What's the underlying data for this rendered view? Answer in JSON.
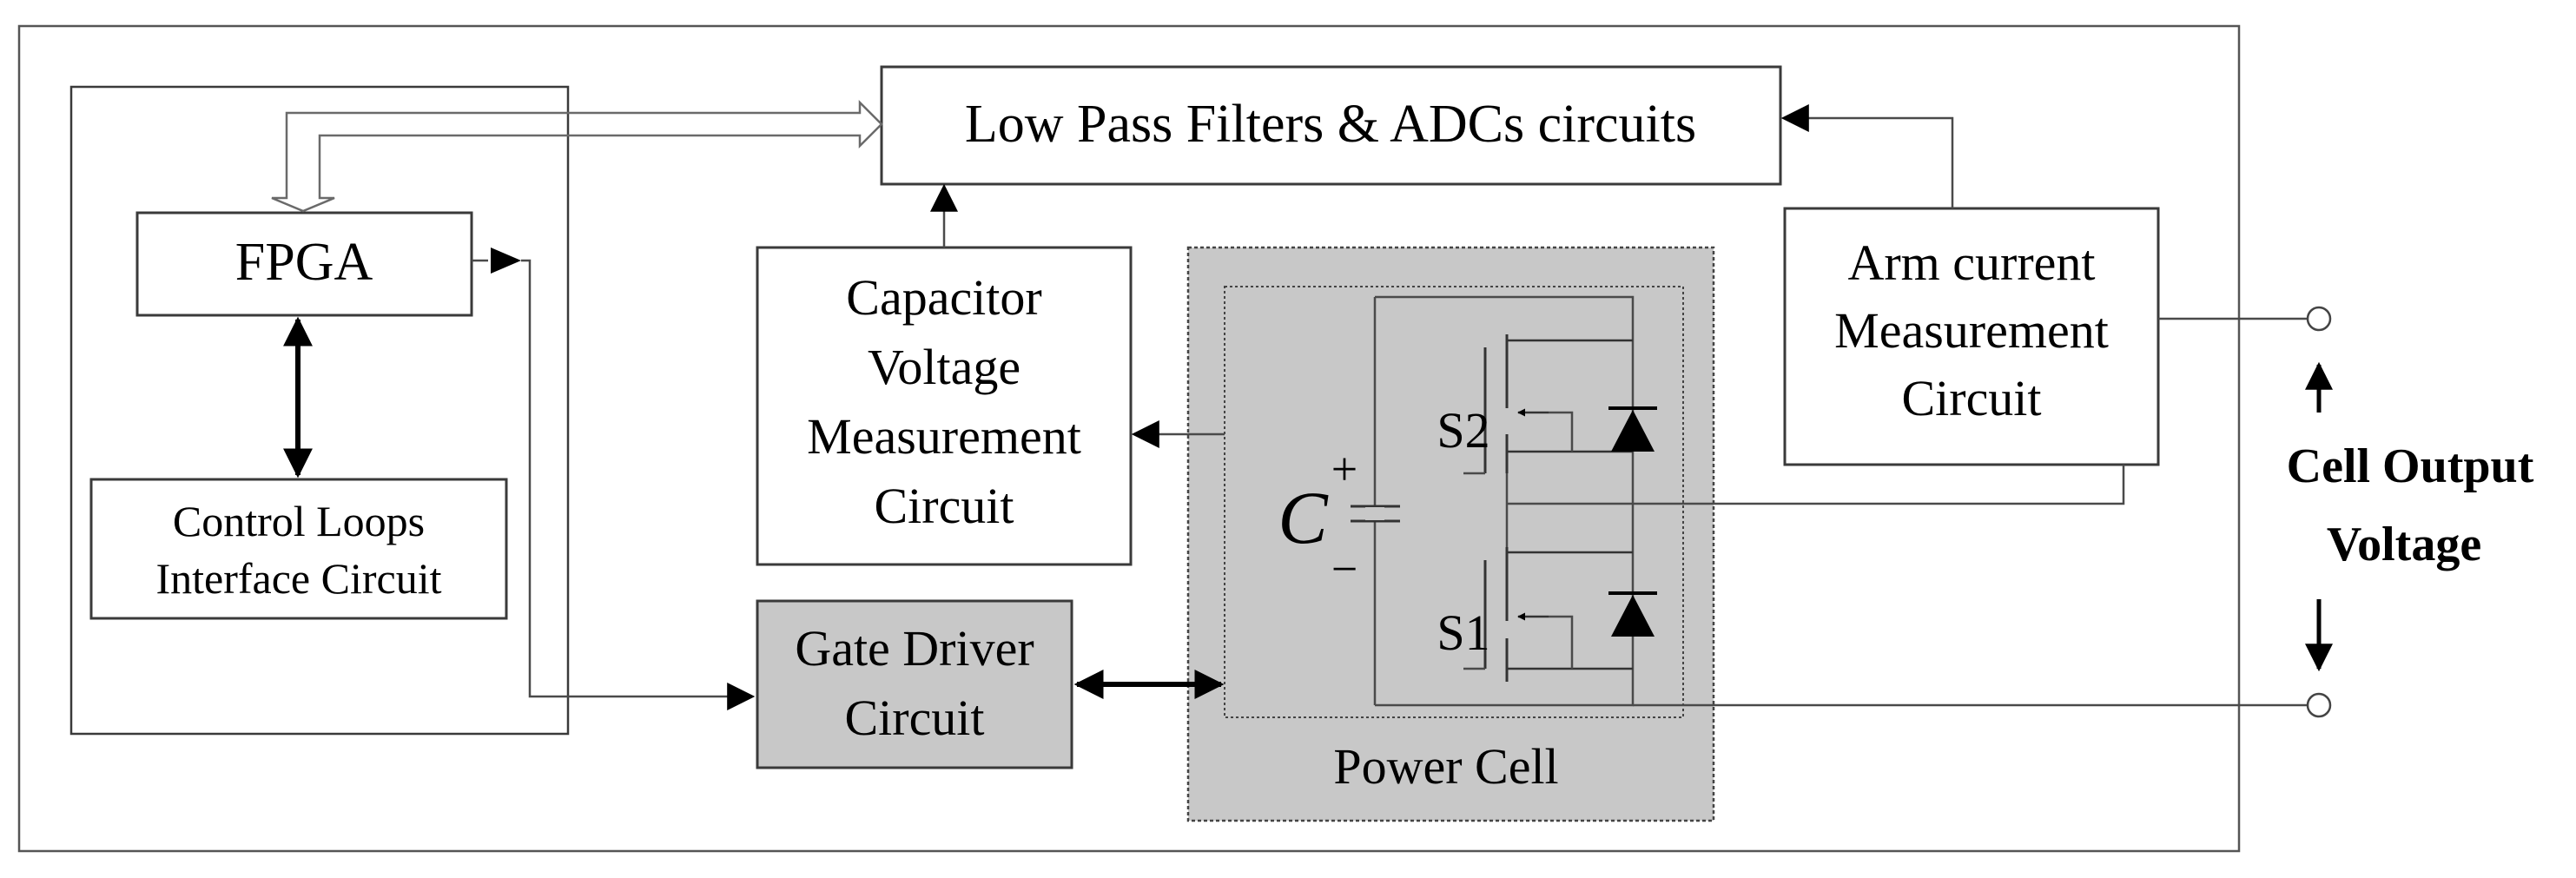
{
  "labels": {
    "lpf": "Low Pass Filters & ADCs circuits",
    "fpga": "FPGA",
    "control_line1": "Control Loops",
    "control_line2": "Interface Circuit",
    "cap_line1": "Capacitor",
    "cap_line2": "Voltage",
    "cap_line3": "Measurement",
    "cap_line4": "Circuit",
    "gate_line1": "Gate Driver",
    "gate_line2": "Circuit",
    "arm_line1": "Arm current",
    "arm_line2": "Measurement",
    "arm_line3": "Circuit",
    "power_cell": "Power Cell",
    "s2": "S2",
    "s1": "S1",
    "capacitor_symbol": "C",
    "cap_plus": "+",
    "cap_minus": "−",
    "output_line1": "Cell Output",
    "output_line2": "Voltage"
  },
  "colors": {
    "shaded_block": "#c8c8c8",
    "line": "#3a3a3a",
    "arrow": "#000000"
  }
}
